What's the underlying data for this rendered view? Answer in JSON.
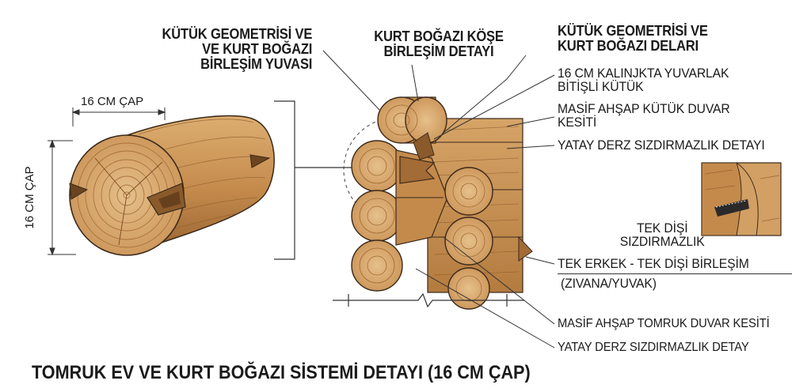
{
  "labels": {
    "left_heading": [
      "KÜTÜK GEOMETRİSİ VE",
      "VE KURT BOĞAZI",
      "BİRLEŞİM YUVASI"
    ],
    "center_heading": [
      "KURT BOĞAZI KÖŞE",
      "BİRLEŞİM DETAYI"
    ],
    "right_heading": [
      "KÜTÜK GEOMETRİSİ VE",
      "KURT BOĞAZI DELARI"
    ],
    "dim_horizontal": "16 CM ÇAP",
    "dim_vertical": "16 CM ÇAP",
    "callout_1": [
      "16 CM KALINJKTA YUVARLAK",
      "BİTİŞLİ KÜTÜK"
    ],
    "callout_2": [
      "MASİF AHŞAP KÜTÜK DUVAR",
      "KESİTİ"
    ],
    "callout_3": "YATAY DERZ SIZDIRMAZLIK DETAYI",
    "inset_label": [
      "TEK DİŞİ",
      "SIZDIRMAZLIK"
    ],
    "callout_4": "TEK ERKEK - TEK DİŞİ BİRLEŞİM",
    "callout_4_sub": "(ZIVANA/YUVAK)",
    "callout_5": "MASİF AHŞAP TOMRUK DUVAR KESİTİ",
    "callout_6": "YATAY DERZ SIZDIRMAZLIK DETAY",
    "title": "TOMRUK EV VE KURT BOĞAZI SİSTEMİ DETAYI (16 CM ÇAP)"
  },
  "colors": {
    "wood_light": "#d9a86a",
    "wood_mid": "#c48a4c",
    "wood_dark": "#8a5a2b",
    "outline": "#3b2a1a",
    "ink": "#1a1a1a"
  }
}
